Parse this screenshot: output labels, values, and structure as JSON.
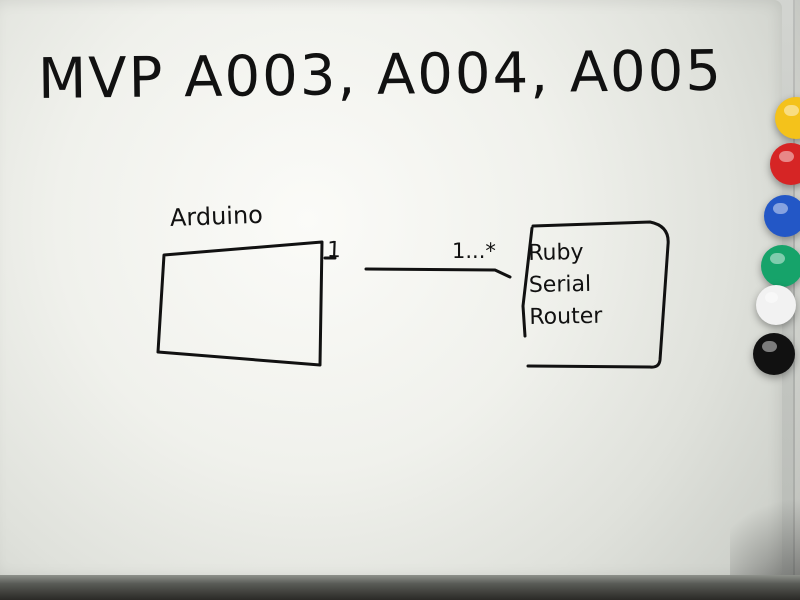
{
  "whiteboard": {
    "title": "MVP A003, A004, A005",
    "diagram": {
      "left_box_label": "Arduino",
      "multiplicity_left": "1",
      "multiplicity_right": "1...*",
      "right_box_lines": [
        "Ruby",
        "Serial",
        "Router"
      ]
    }
  },
  "colors": {
    "board": "#f3f4ef",
    "marker": "#111111",
    "magnet_yellow": "#f4c21b",
    "magnet_red": "#d62525",
    "magnet_blue": "#2357c6",
    "magnet_green": "#16a36a",
    "magnet_white": "#f2f2f2",
    "magnet_black": "#111111"
  },
  "icons": {
    "magnets": [
      "yellow-magnet-icon",
      "red-magnet-icon",
      "blue-magnet-icon",
      "green-magnet-icon",
      "white-magnet-icon",
      "black-magnet-icon"
    ]
  }
}
